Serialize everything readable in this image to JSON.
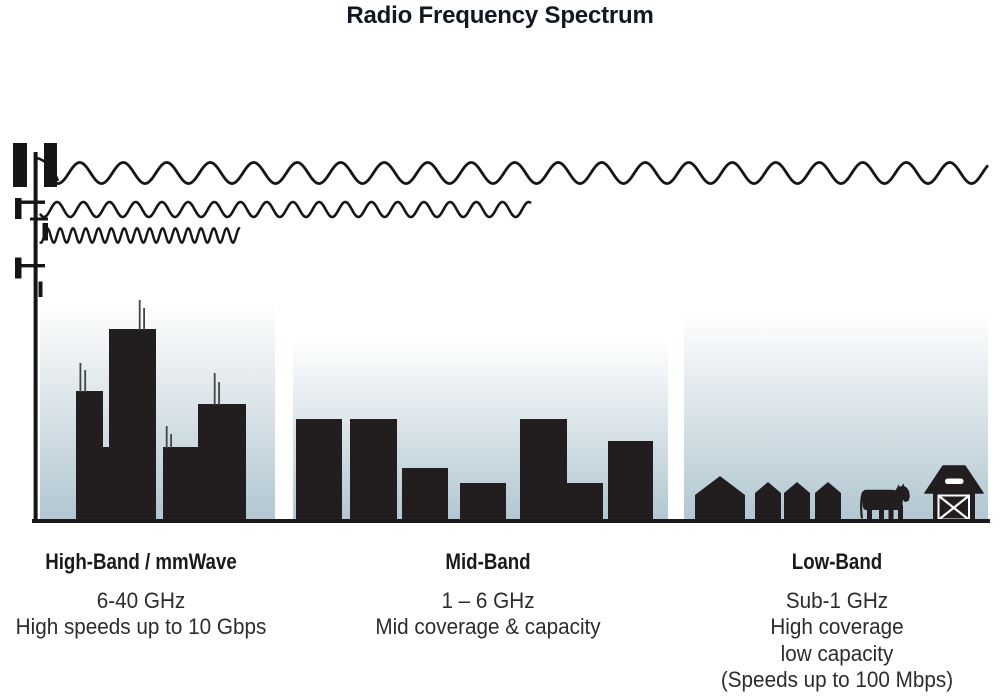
{
  "title": "Radio Frequency Spectrum",
  "sections": [
    {
      "id": "high-band",
      "heading": "High-Band / mmWave",
      "lines": [
        "6-40 GHz",
        "High speeds up to 10 Gbps"
      ]
    },
    {
      "id": "mid-band",
      "heading": "Mid-Band",
      "lines": [
        "1 – 6 GHz",
        "Mid coverage & capacity"
      ]
    },
    {
      "id": "low-band",
      "heading": "Low-Band",
      "lines": [
        "Sub-1 GHz",
        "High coverage",
        "low capacity",
        "(Speeds up to 100 Mbps)"
      ]
    }
  ],
  "colors": {
    "silhouette": "#221e1f",
    "tower": "#151515",
    "wave": "#161616",
    "sky_bottom": "#b2c7d2",
    "heading_text": "#1a1a1a",
    "body_text": "#2c2c2c"
  },
  "icons": {
    "cell-tower-icon": "silhouette",
    "radio-wave-long-icon": "sine-wave",
    "radio-wave-mid-icon": "sine-wave",
    "radio-wave-short-icon": "sine-wave",
    "city-buildings-icon": "silhouette",
    "mid-rise-buildings-icon": "silhouette",
    "houses-icon": "silhouette",
    "cow-icon": "silhouette",
    "barn-icon": "silhouette"
  }
}
